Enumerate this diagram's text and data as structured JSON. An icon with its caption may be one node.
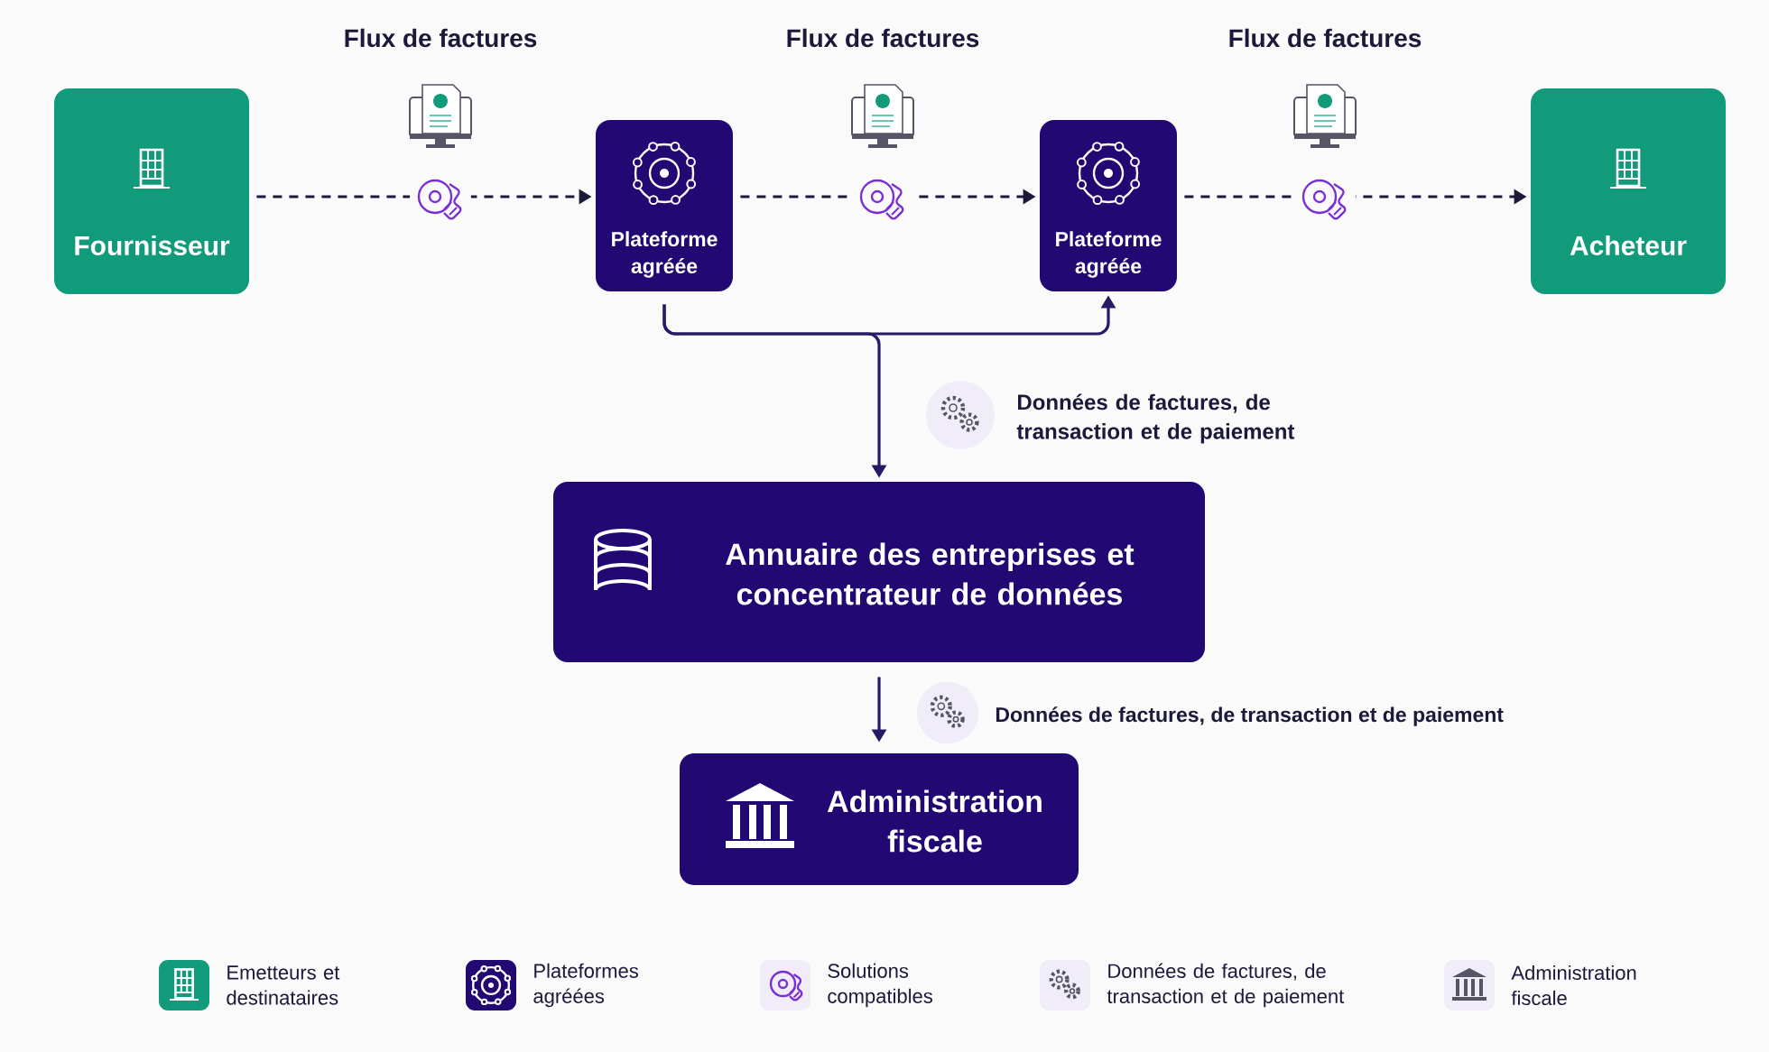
{
  "diagram": {
    "nodes": [
      {
        "text": [
          "Fournisseur"
        ]
      },
      {
        "text": [
          "Plateforme agréée"
        ]
      },
      {
        "text": [
          "Plateforme agréée"
        ]
      },
      {
        "text": [
          "Acheteur"
        ]
      },
      {
        "text": [
          "Annuaire des entreprises et concentrateur de données"
        ]
      },
      {
        "text": [
          "Administration fiscale"
        ]
      }
    ],
    "edges": [
      {
        "from": 0,
        "to": 1,
        "arrow": "to",
        "style": "dashed"
      },
      {
        "from": 1,
        "to": 2,
        "arrow": "to",
        "style": "dashed"
      },
      {
        "from": 2,
        "to": 3,
        "arrow": "to",
        "style": "dashed"
      },
      {
        "from": 1,
        "to": 2,
        "arrow": "to"
      },
      {
        "from": 1,
        "to": 4,
        "arrow": "to"
      },
      {
        "from": 4,
        "to": 5,
        "arrow": "to"
      }
    ],
    "labels": [
      "Flux de factures",
      "Flux de factures",
      "Flux de factures",
      "Données de factures, de transaction et de paiement",
      "Données de factures, de transaction et de paiement"
    ],
    "legend": [
      {
        "text": "Emetteurs et destinataires",
        "color": "#119b7b"
      },
      {
        "text": "Plateformes agréées",
        "color": "#220873"
      },
      {
        "text": "Solutions compatibles",
        "color": "#f0edf8"
      },
      {
        "text": "Données de factures, de transaction et de paiement",
        "color": "#f0edf8"
      },
      {
        "text": "Administration fiscale",
        "color": "#f0edf8"
      }
    ]
  }
}
